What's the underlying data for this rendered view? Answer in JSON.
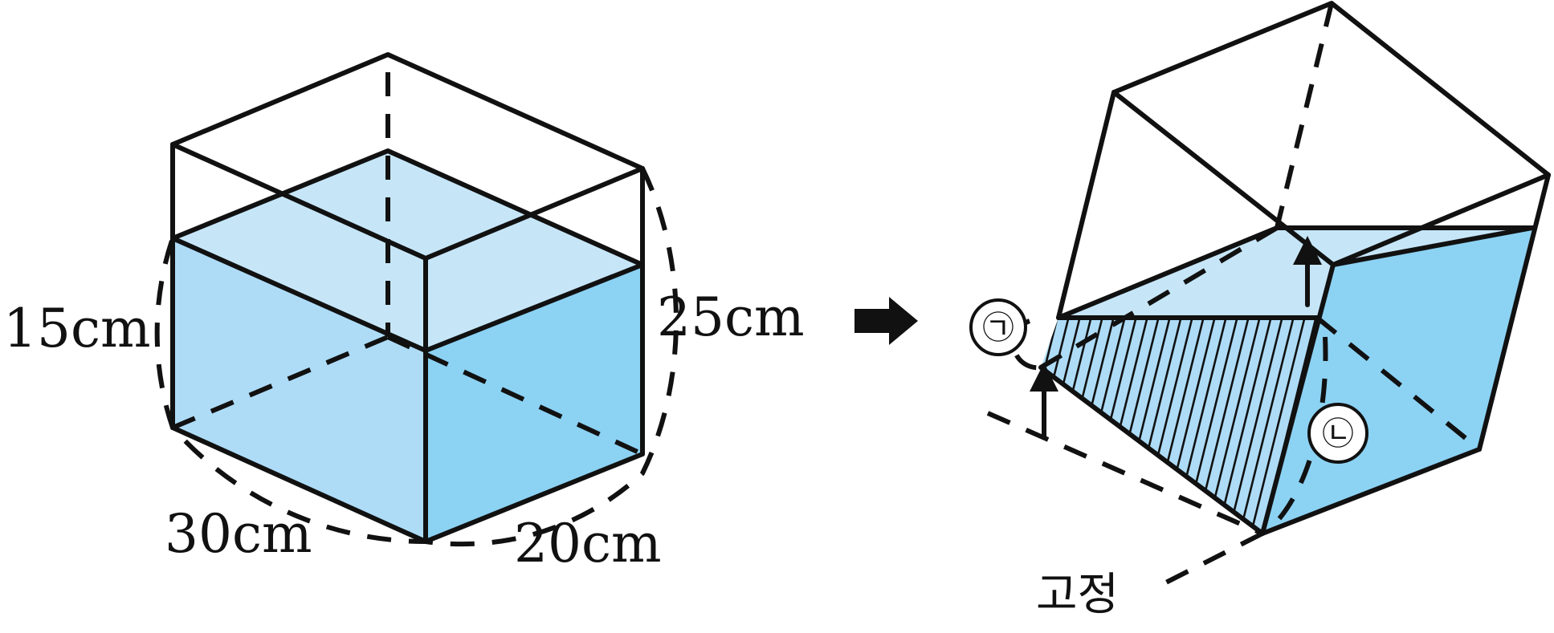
{
  "colors": {
    "water_side_light": "#aedcf7",
    "water_side_dark": "#8cd2f3",
    "water_top": "#c6e6f8",
    "line": "#111111"
  },
  "left_figure": {
    "height_label": "15cm",
    "tank_height_label": "25cm",
    "length_label": "30cm",
    "width_label": "20cm"
  },
  "right_figure": {
    "marker_a": "㉠",
    "marker_b": "㉡",
    "fixed_label": "고정"
  }
}
